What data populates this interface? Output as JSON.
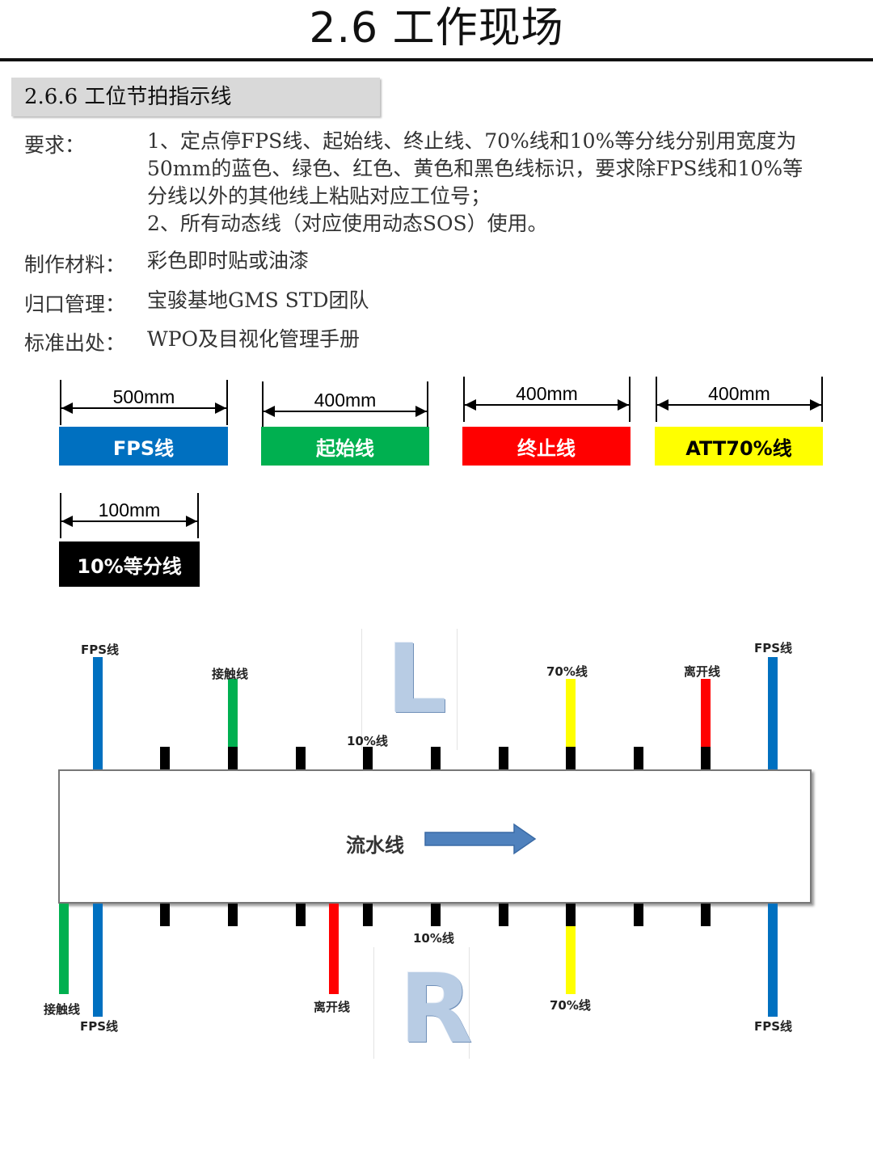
{
  "header": {
    "title": "2.6  工作现场"
  },
  "section": {
    "heading": "2.6.6 工位节拍指示线"
  },
  "requirements": {
    "label": "要求：",
    "lines": [
      "1、定点停FPS线、起始线、终止线、70%线和10%等分线分别用宽度为",
      "50mm的蓝色、绿色、红色、黄色和黑色线标识，要求除FPS线和10%等",
      "分线以外的其他线上粘贴对应工位号；",
      "2、所有动态线（对应使用动态SOS）使用。"
    ]
  },
  "material": {
    "label": "制作材料：",
    "value": "彩色即时贴或油漆"
  },
  "management": {
    "label": "归口管理：",
    "value": "宝骏基地GMS STD团队"
  },
  "source": {
    "label": "标准出处：",
    "value": "WPO及目视化管理手册"
  },
  "legend": [
    {
      "dimension": "500mm",
      "label": "FPS线",
      "color": "#0070c0",
      "text_color": "#ffffff"
    },
    {
      "dimension": "400mm",
      "label": "起始线",
      "color": "#00b050",
      "text_color": "#ffffff"
    },
    {
      "dimension": "400mm",
      "label": "终止线",
      "color": "#ff0000",
      "text_color": "#ffffff"
    },
    {
      "dimension": "400mm",
      "label": "ATT70%线",
      "color": "#ffff00",
      "text_color": "#000000"
    },
    {
      "dimension": "100mm",
      "label": "10%等分线",
      "color": "#000000",
      "text_color": "#ffffff"
    }
  ],
  "diagram": {
    "flow_label": "流水线",
    "left_side": "L",
    "right_side": "R",
    "top_labels": {
      "fps_left": "FPS线",
      "contact": "接触线",
      "ten_percent": "10%线",
      "seventy_percent": "70%线",
      "leave": "离开线",
      "fps_right": "FPS线"
    },
    "bottom_labels": {
      "contact": "接触线",
      "fps_left": "FPS线",
      "leave": "离开线",
      "ten_percent": "10%线",
      "seventy_percent": "70%线",
      "fps_right": "FPS线"
    },
    "colors": {
      "fps": "#0070c0",
      "contact": "#00b050",
      "leave": "#ff0000",
      "seventy": "#ffff00",
      "ten": "#000000",
      "arrow": "#4f81bd"
    }
  }
}
